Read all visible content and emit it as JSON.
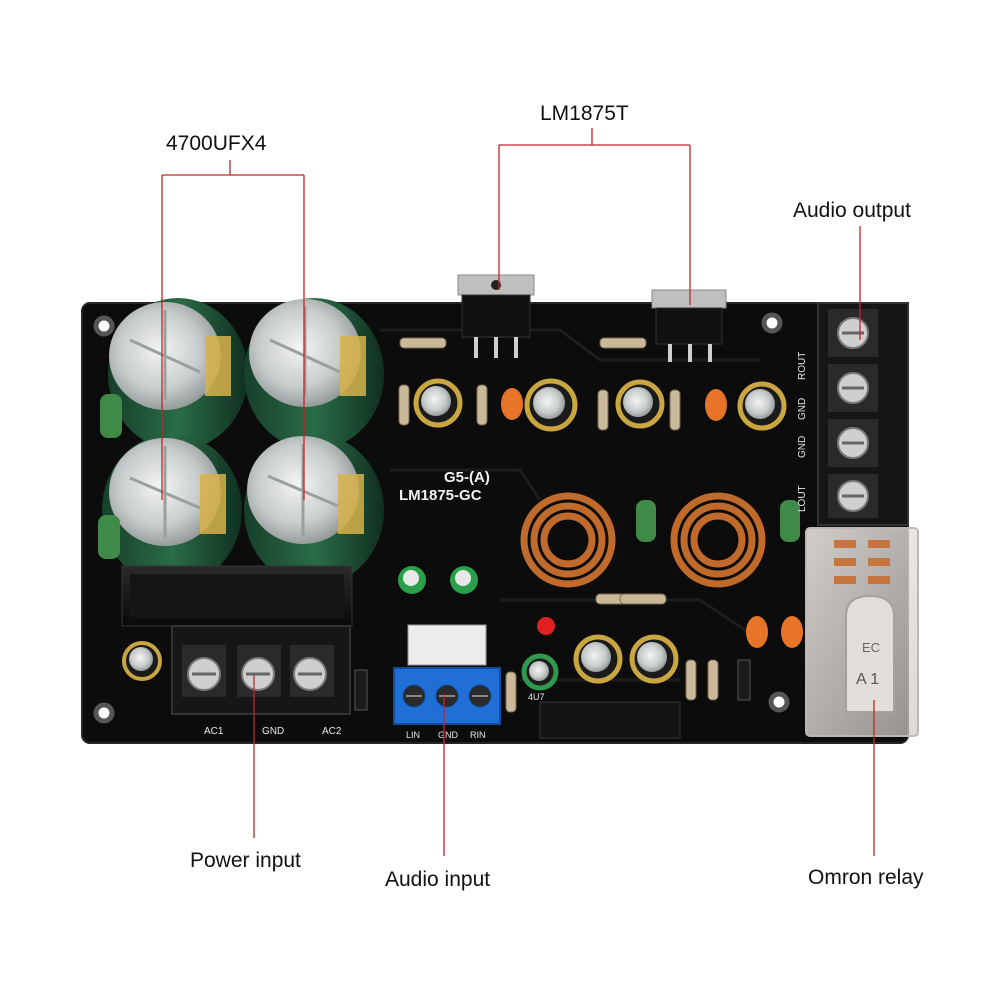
{
  "callouts": {
    "capacitors": "4700UFX4",
    "chip": "LM1875T",
    "audio_output": "Audio output",
    "power_input": "Power input",
    "audio_input": "Audio input",
    "relay": "Omron relay"
  },
  "board": {
    "model": "G5-(A)",
    "chip_label": "LM1875-GC",
    "power_terminals": [
      "AC1",
      "GND",
      "AC2"
    ],
    "input_terminals": [
      "LIN",
      "GND",
      "RIN"
    ],
    "output_terminals": [
      "ROUT",
      "GND",
      "GND",
      "LOUT"
    ],
    "relay_marking": "A 1",
    "relay_code": "EC",
    "small_cap_marking": "4U7"
  },
  "colors": {
    "pcb": "#0c0c0c",
    "callout_line": "#c0262b",
    "capacitor_sleeve": "#1f5a3a",
    "terminal_blue": "#1f6fd6",
    "inductor_copper": "#c06a2c"
  }
}
